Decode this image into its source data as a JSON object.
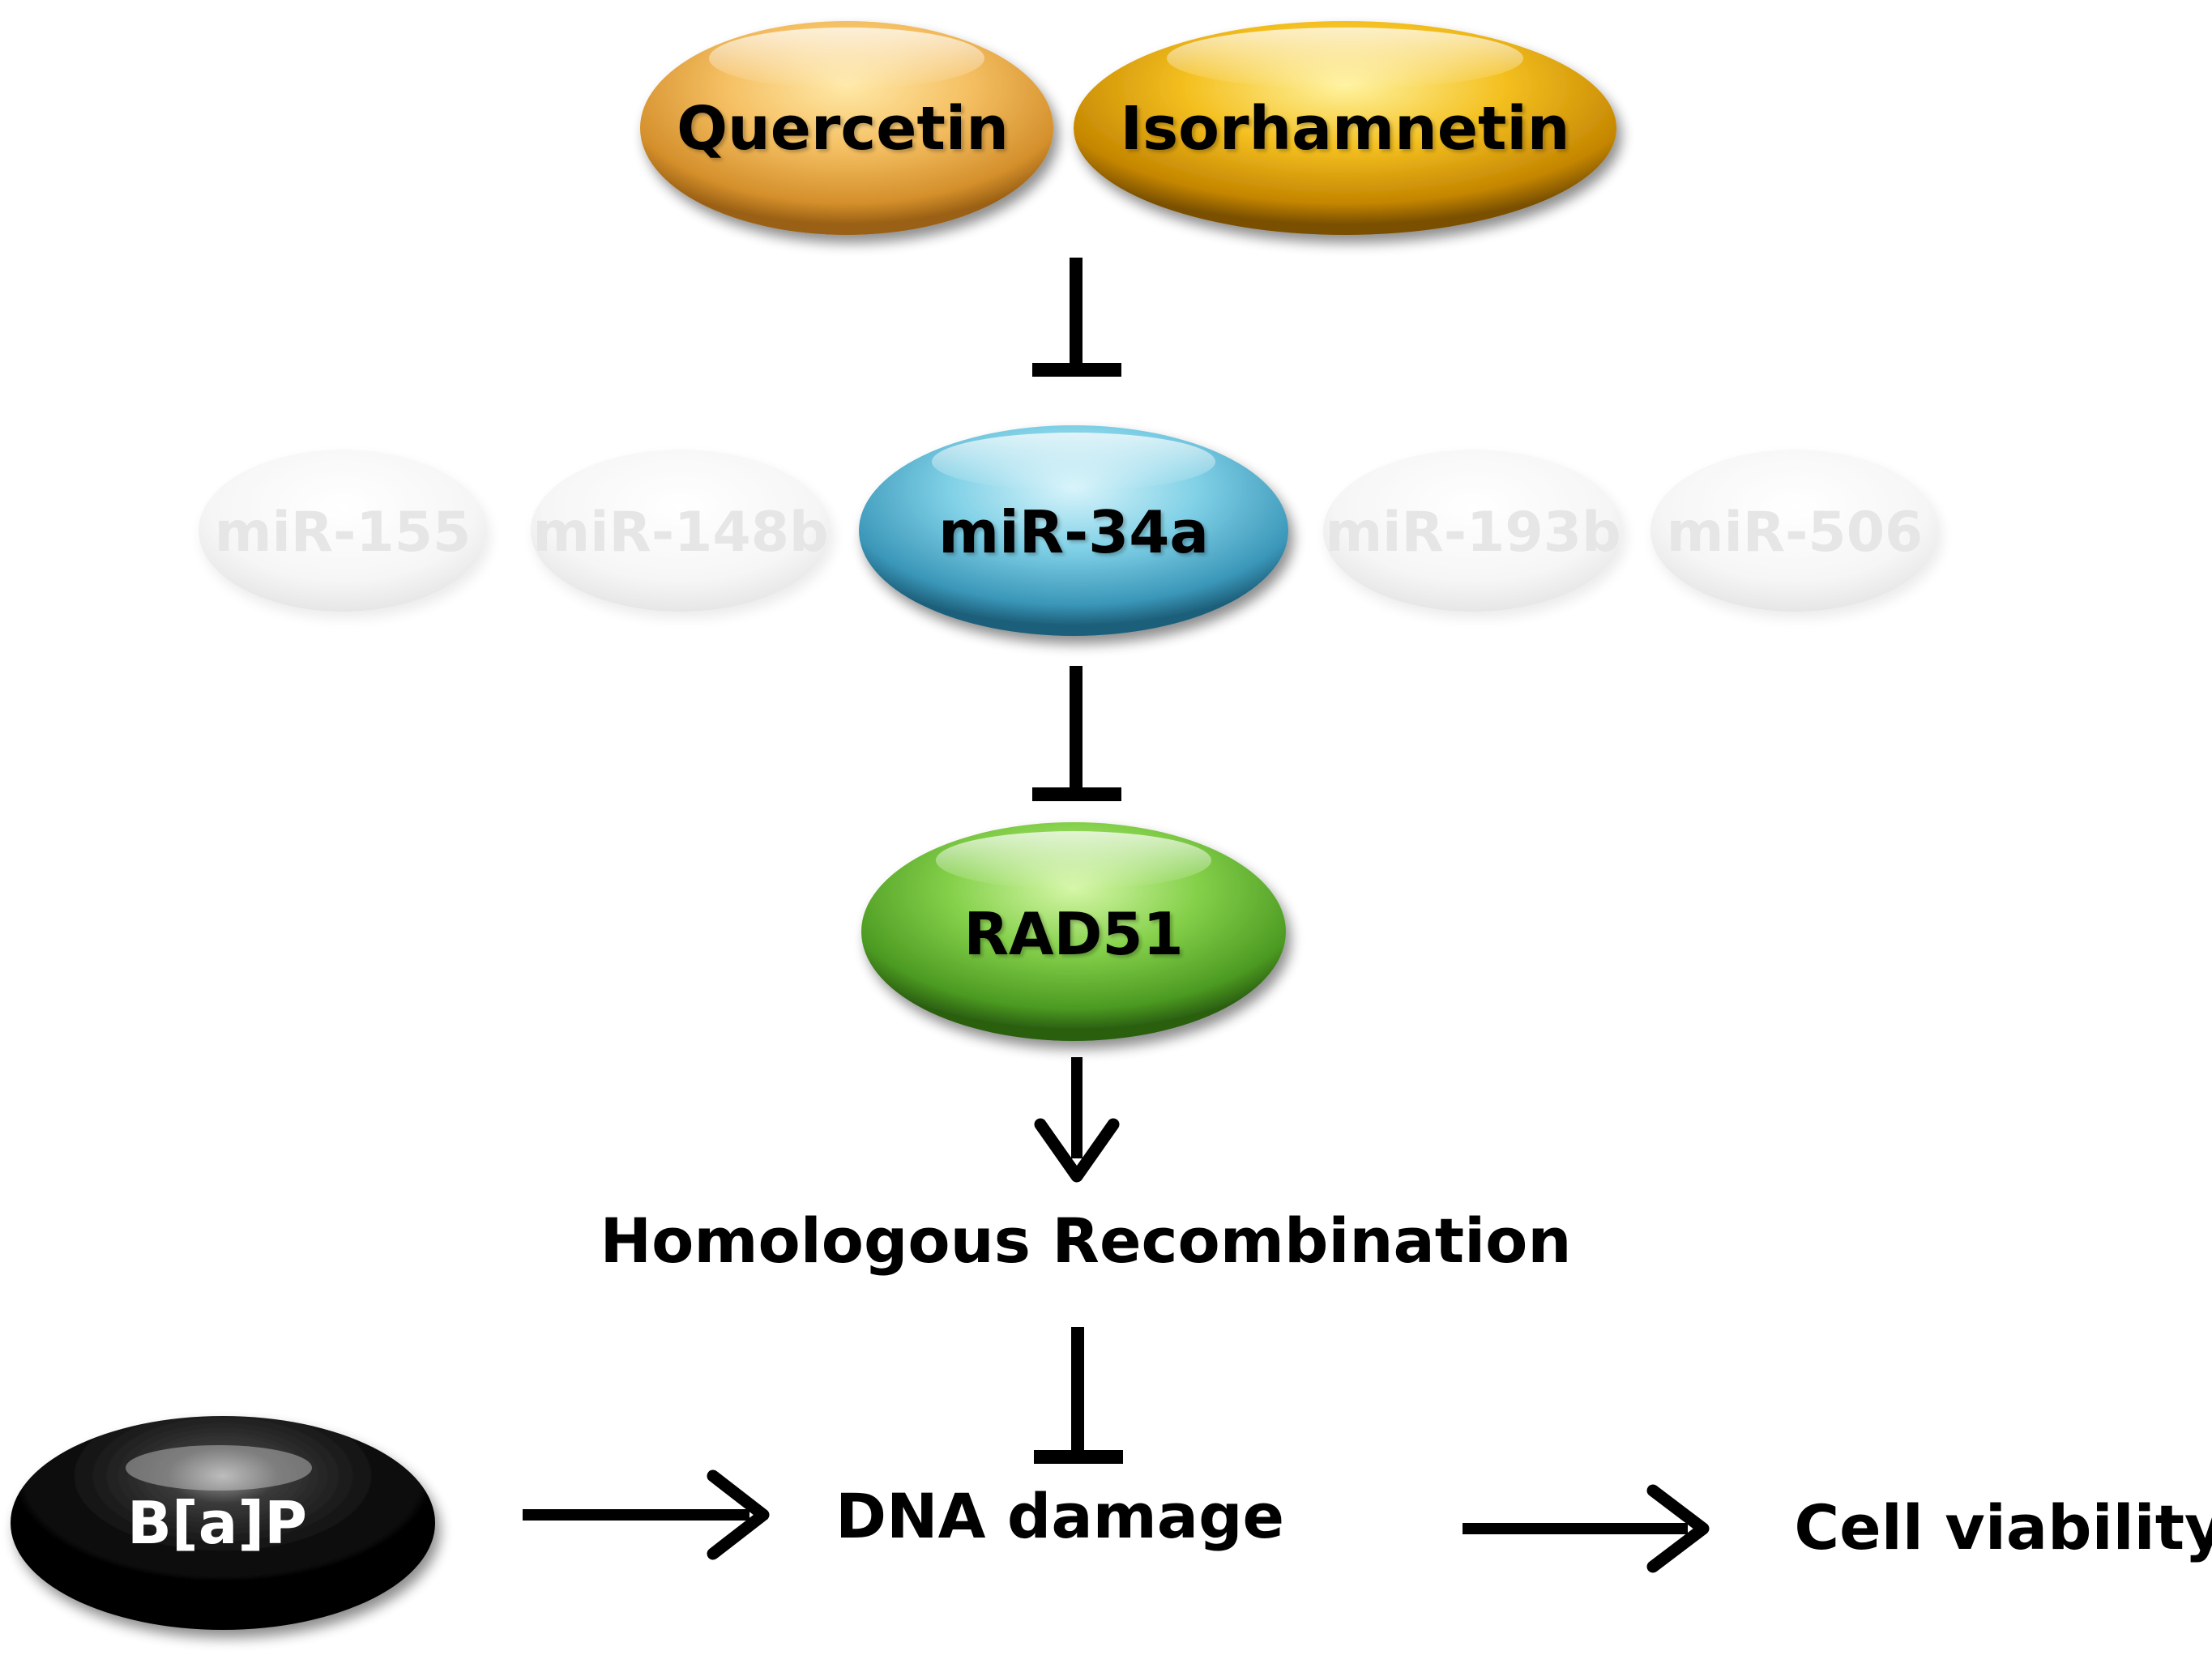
{
  "nodes": {
    "quercetin": {
      "label": "Quercetin",
      "color": "#f0b04a"
    },
    "isorhamnetin": {
      "label": "Isorhamnetin",
      "color": "#e8a400"
    },
    "mir34a": {
      "label": "miR-34a",
      "color": "#5bbcd9"
    },
    "rad51": {
      "label": "RAD51",
      "color": "#6cc036"
    },
    "bap": {
      "label": "B[a]P",
      "color": "#000000"
    }
  },
  "faded_nodes": [
    {
      "label": "miR-155"
    },
    {
      "label": "miR-148b"
    },
    {
      "label": "miR-193b"
    },
    {
      "label": "miR-506"
    }
  ],
  "outcomes": {
    "homologous_recombination": "Homologous Recombination",
    "dna_damage": "DNA damage",
    "cell_viability": "Cell viability"
  },
  "edges": [
    {
      "from": "Quercetin / Isorhamnetin",
      "to": "miR-34a",
      "type": "inhibition"
    },
    {
      "from": "miR-34a",
      "to": "RAD51",
      "type": "inhibition"
    },
    {
      "from": "RAD51",
      "to": "Homologous Recombination",
      "type": "activation"
    },
    {
      "from": "Homologous Recombination",
      "to": "DNA damage",
      "type": "inhibition"
    },
    {
      "from": "B[a]P",
      "to": "DNA damage",
      "type": "activation"
    },
    {
      "from": "DNA damage",
      "to": "Cell viability",
      "type": "activation"
    }
  ]
}
